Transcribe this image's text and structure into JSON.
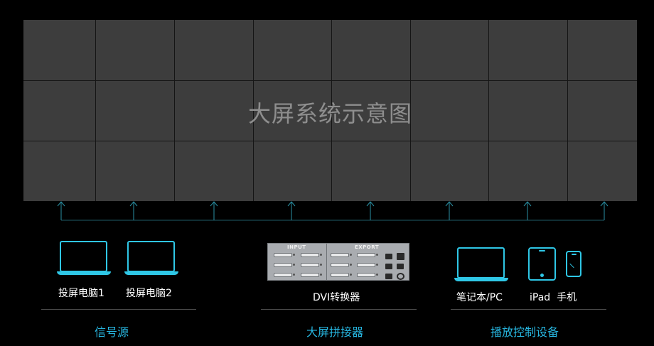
{
  "wall": {
    "title": "大屏系统示意图",
    "columns": 8,
    "rows": 3,
    "bg_color": "#3d3d3d"
  },
  "accent_color": "#2fc7e6",
  "groups": {
    "source": {
      "title": "信号源",
      "items": [
        "投屏电脑1",
        "投屏电脑2"
      ]
    },
    "splicer": {
      "title": "大屏拼接器",
      "device_label": "DVI转换器",
      "panel_input": "INPUT",
      "panel_export": "EXPORT"
    },
    "control": {
      "title": "播放控制设备",
      "items": [
        "笔记本/PC",
        "iPad  手机"
      ]
    }
  },
  "icons": [
    "laptop-icon",
    "dvi-panel-icon",
    "tablet-icon",
    "phone-icon",
    "up-arrow-icon"
  ]
}
